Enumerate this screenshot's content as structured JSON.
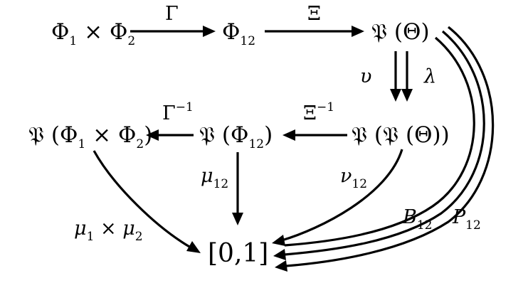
{
  "nodes": {
    "phi1_x_phi2": {
      "p1": "Φ",
      "s1": "1",
      "op": " × ",
      "p2": "Φ",
      "s2": "2"
    },
    "phi12": {
      "base": "Φ",
      "sub": "12"
    },
    "p_theta": {
      "frak": "𝔓",
      "open": " (",
      "base": "Θ",
      "close": ")"
    },
    "pp_theta": {
      "frak1": "𝔓",
      "open1": " (",
      "frak2": "𝔓",
      "open2": " (",
      "base": "Θ",
      "close2": ")",
      "close1": ")"
    },
    "p_phi12": {
      "frak": "𝔓",
      "open": " (",
      "base": "Φ",
      "sub": "12",
      "close": ")"
    },
    "p_phi1_x_phi2": {
      "frak": "𝔓",
      "open": " (",
      "p1": "Φ",
      "s1": "1",
      "op": " × ",
      "p2": "Φ",
      "s2": "2",
      "close": ")"
    },
    "unit_interval": "[0,1]"
  },
  "labels": {
    "gamma": "Γ",
    "xi": "Ξ",
    "upsilon": "υ",
    "lambda": "λ",
    "xi_inv": {
      "base": "Ξ",
      "sup": "−1"
    },
    "gamma_inv": {
      "base": "Γ",
      "sup": "−1"
    },
    "mu12": {
      "base": "μ",
      "sub": "12"
    },
    "nu12": {
      "base": "ν",
      "sub": "12"
    },
    "mu1_x_mu2": {
      "b1": "μ",
      "s1": "1",
      "op": " × ",
      "b2": "μ",
      "s2": "2"
    },
    "b12": {
      "base": "B",
      "sub": "12"
    },
    "p12": {
      "base": "P",
      "sub": "12"
    }
  }
}
